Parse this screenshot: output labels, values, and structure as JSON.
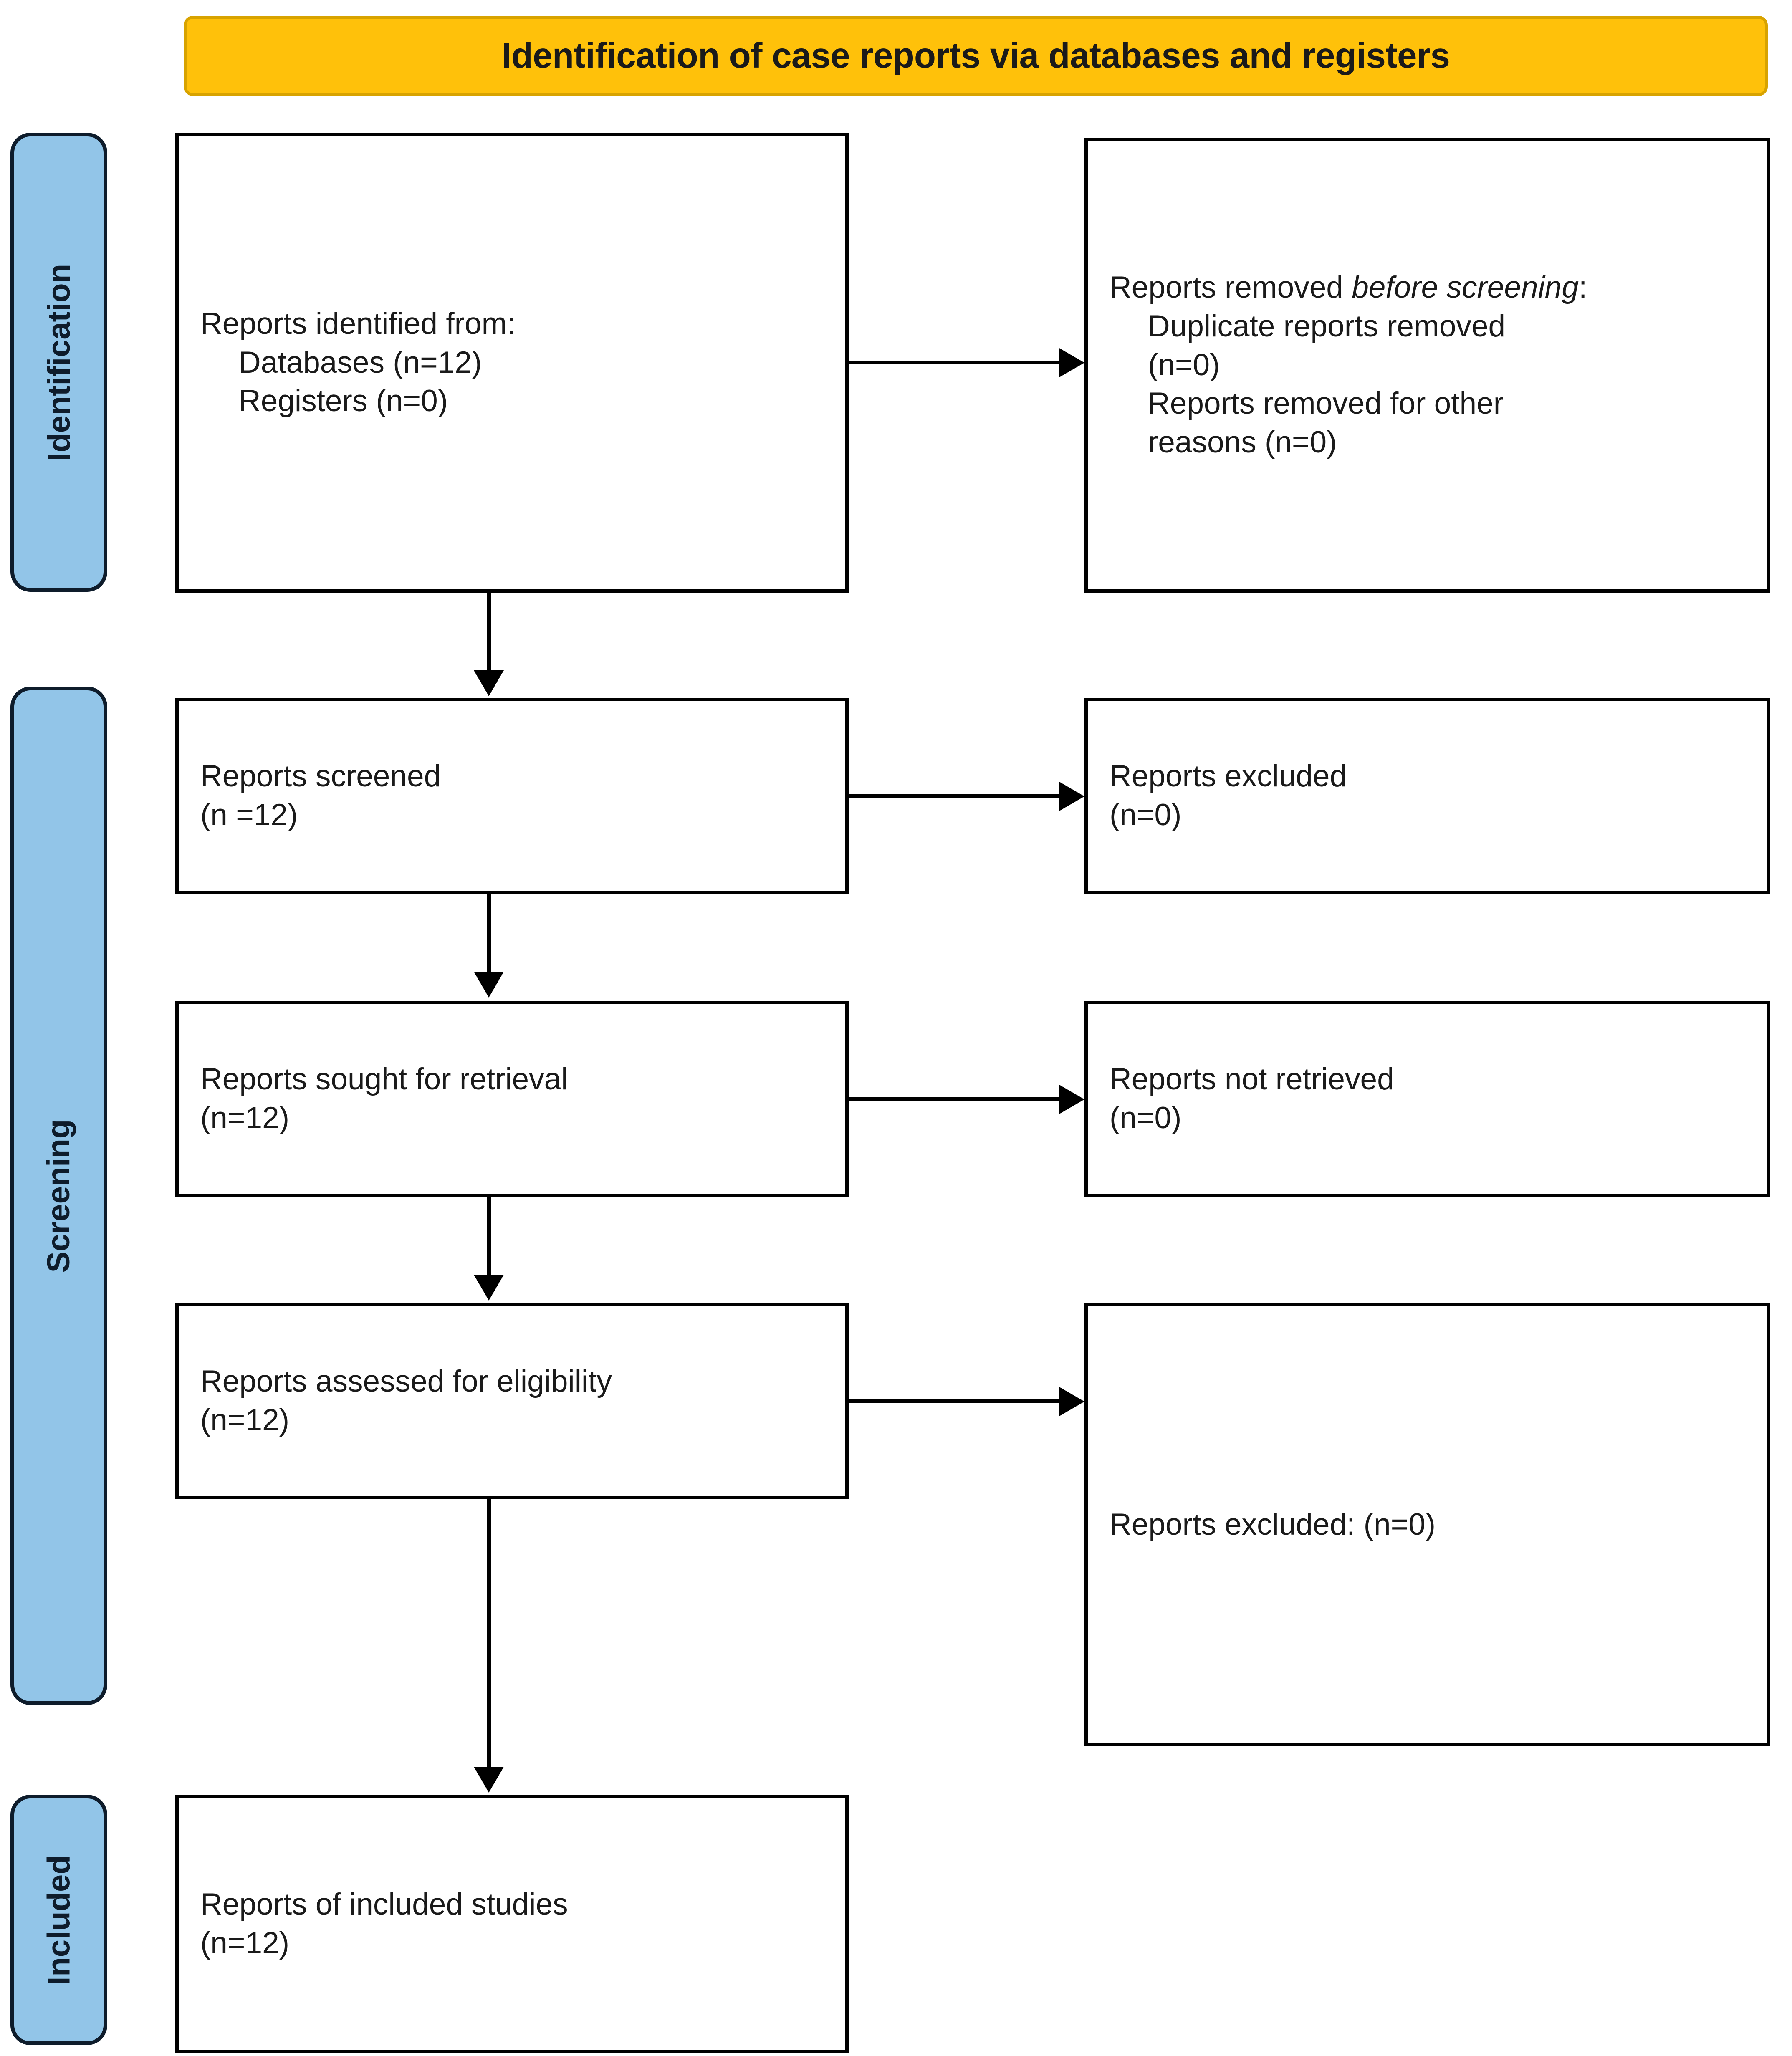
{
  "banner": {
    "title": "Identification of case reports via databases and registers",
    "bg_color": "#FFC10A",
    "border_color": "#D8A300"
  },
  "stage_labels": {
    "identification": "Identification",
    "screening": "Screening",
    "included": "Included",
    "bg_color": "#92C5E8",
    "border_color": "#0E1C2B"
  },
  "boxes": {
    "identified": {
      "line1": "Reports identified from:",
      "line2": "Databases (n=12)",
      "line3": "Registers (n=0)"
    },
    "removed": {
      "line1_prefix": "Reports removed ",
      "line1_italic": "before screening",
      "line1_suffix": ":",
      "line2": "Duplicate reports removed",
      "line3": "(n=0)",
      "line4": "Reports removed for other",
      "line5": "reasons (n=0)"
    },
    "screened": {
      "line1": "Reports screened",
      "line2": "(n =12)"
    },
    "excluded": {
      "line1": "Reports excluded",
      "line2": "(n=0)"
    },
    "sought": {
      "line1": "Reports sought for retrieval",
      "line2": "(n=12)"
    },
    "not_retrieved": {
      "line1": "Reports not retrieved",
      "line2": "(n=0)"
    },
    "assessed": {
      "line1": "Reports assessed for eligibility",
      "line2": "(n=12)"
    },
    "excluded_final": {
      "line1": "Reports excluded: (n=0)"
    },
    "included": {
      "line1": "Reports of included studies",
      "line2": "(n=12)"
    }
  }
}
